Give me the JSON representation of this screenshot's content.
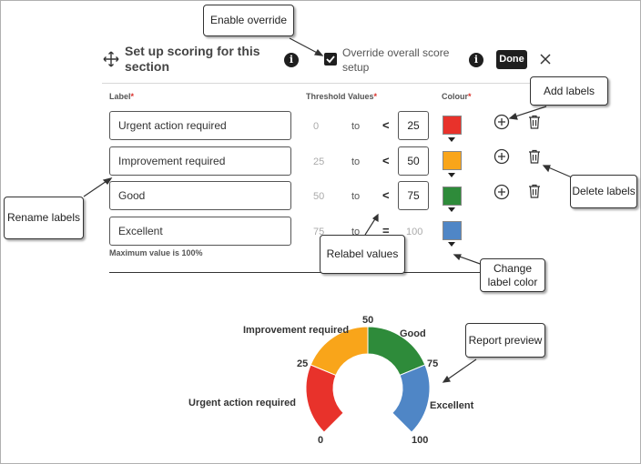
{
  "header": {
    "title": "Set up scoring for this section",
    "override_label": "Override overall score setup",
    "override_checked": true,
    "done_label": "Done"
  },
  "columns": {
    "label": "Label",
    "threshold": "Threshold Values",
    "colour": "Colour",
    "required_mark": "*"
  },
  "rows": [
    {
      "label": "Urgent action required",
      "from": "0",
      "to_word": "to",
      "op": "<",
      "to": "25",
      "color": "#e8322b"
    },
    {
      "label": "Improvement required",
      "from": "25",
      "to_word": "to",
      "op": "<",
      "to": "50",
      "color": "#f9a51a"
    },
    {
      "label": "Good",
      "from": "50",
      "to_word": "to",
      "op": "<",
      "to": "75",
      "color": "#2e8b3a"
    },
    {
      "label": "Excellent",
      "from": "75",
      "to_word": "to",
      "op": "=",
      "to": "100",
      "color": "#4f86c6"
    }
  ],
  "max_note": "Maximum value is 100%",
  "callouts": {
    "enable_override": "Enable override",
    "add_labels": "Add labels",
    "delete_labels": "Delete labels",
    "rename_labels": "Rename labels",
    "relabel_values": "Relabel values",
    "change_label_color": "Change label color",
    "report_preview": "Report preview"
  },
  "gauge": {
    "ticks": [
      "0",
      "25",
      "50",
      "75",
      "100"
    ],
    "labels": [
      "Urgent action required",
      "Improvement required",
      "Good",
      "Excellent"
    ]
  },
  "chart_data": {
    "type": "gauge",
    "segments": [
      {
        "name": "Urgent action required",
        "from": 0,
        "to": 25,
        "color": "#e8322b"
      },
      {
        "name": "Improvement required",
        "from": 25,
        "to": 50,
        "color": "#f9a51a"
      },
      {
        "name": "Good",
        "from": 50,
        "to": 75,
        "color": "#2e8b3a"
      },
      {
        "name": "Excellent",
        "from": 75,
        "to": 100,
        "color": "#4f86c6"
      }
    ],
    "range": [
      0,
      100
    ]
  }
}
